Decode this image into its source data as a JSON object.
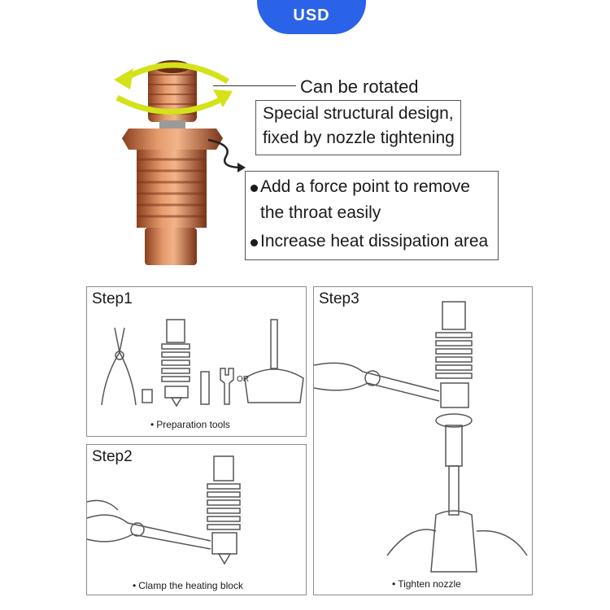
{
  "badge": {
    "text": "USD",
    "color": "#2a62e8"
  },
  "callouts": {
    "rotate_label": "Can be rotated",
    "structure_lines": [
      "Special structural design,",
      "fixed by nozzle tightening"
    ],
    "bullets": [
      {
        "lines": [
          "Add a force point to remove",
          "the throat easily"
        ]
      },
      {
        "lines": [
          "Increase heat dissipation area"
        ]
      }
    ]
  },
  "steps": [
    {
      "title": "Step1",
      "caption": "Preparation tools",
      "or_label": "OR"
    },
    {
      "title": "Step2",
      "caption": "Clamp the heating block"
    },
    {
      "title": "Step3",
      "caption": "Tighten nozzle"
    }
  ],
  "colors": {
    "copper": "#c8744a",
    "arrow": "#d4e21a",
    "line_art": "#555555"
  },
  "icons": [
    "rotation-arrow-icon",
    "curved-arrow-icon",
    "pliers-icon",
    "wrench-icon",
    "screwdriver-icon"
  ]
}
